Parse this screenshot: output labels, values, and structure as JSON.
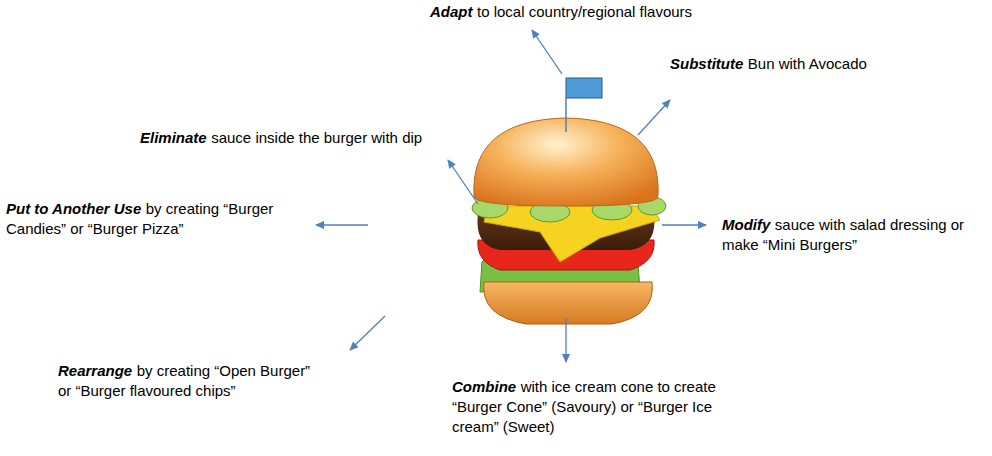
{
  "diagram": {
    "labels": [
      "Adapt",
      "to local country/regional flavours",
      "Substitute",
      "Bun with Avocado",
      "Eliminate",
      "sauce inside the burger with dip",
      "Put to Another Use",
      "by creating “Burger Candies” or “Burger Pizza”",
      "Modify",
      "sauce with salad dressing or make “Mini Burgers”",
      "Rearrange",
      "by creating “Open Burger” or “Burger flavoured chips”",
      "Combine",
      "with ice cream cone to create “Burger Cone” (Savoury) or “Burger Ice cream” (Sweet)"
    ]
  }
}
